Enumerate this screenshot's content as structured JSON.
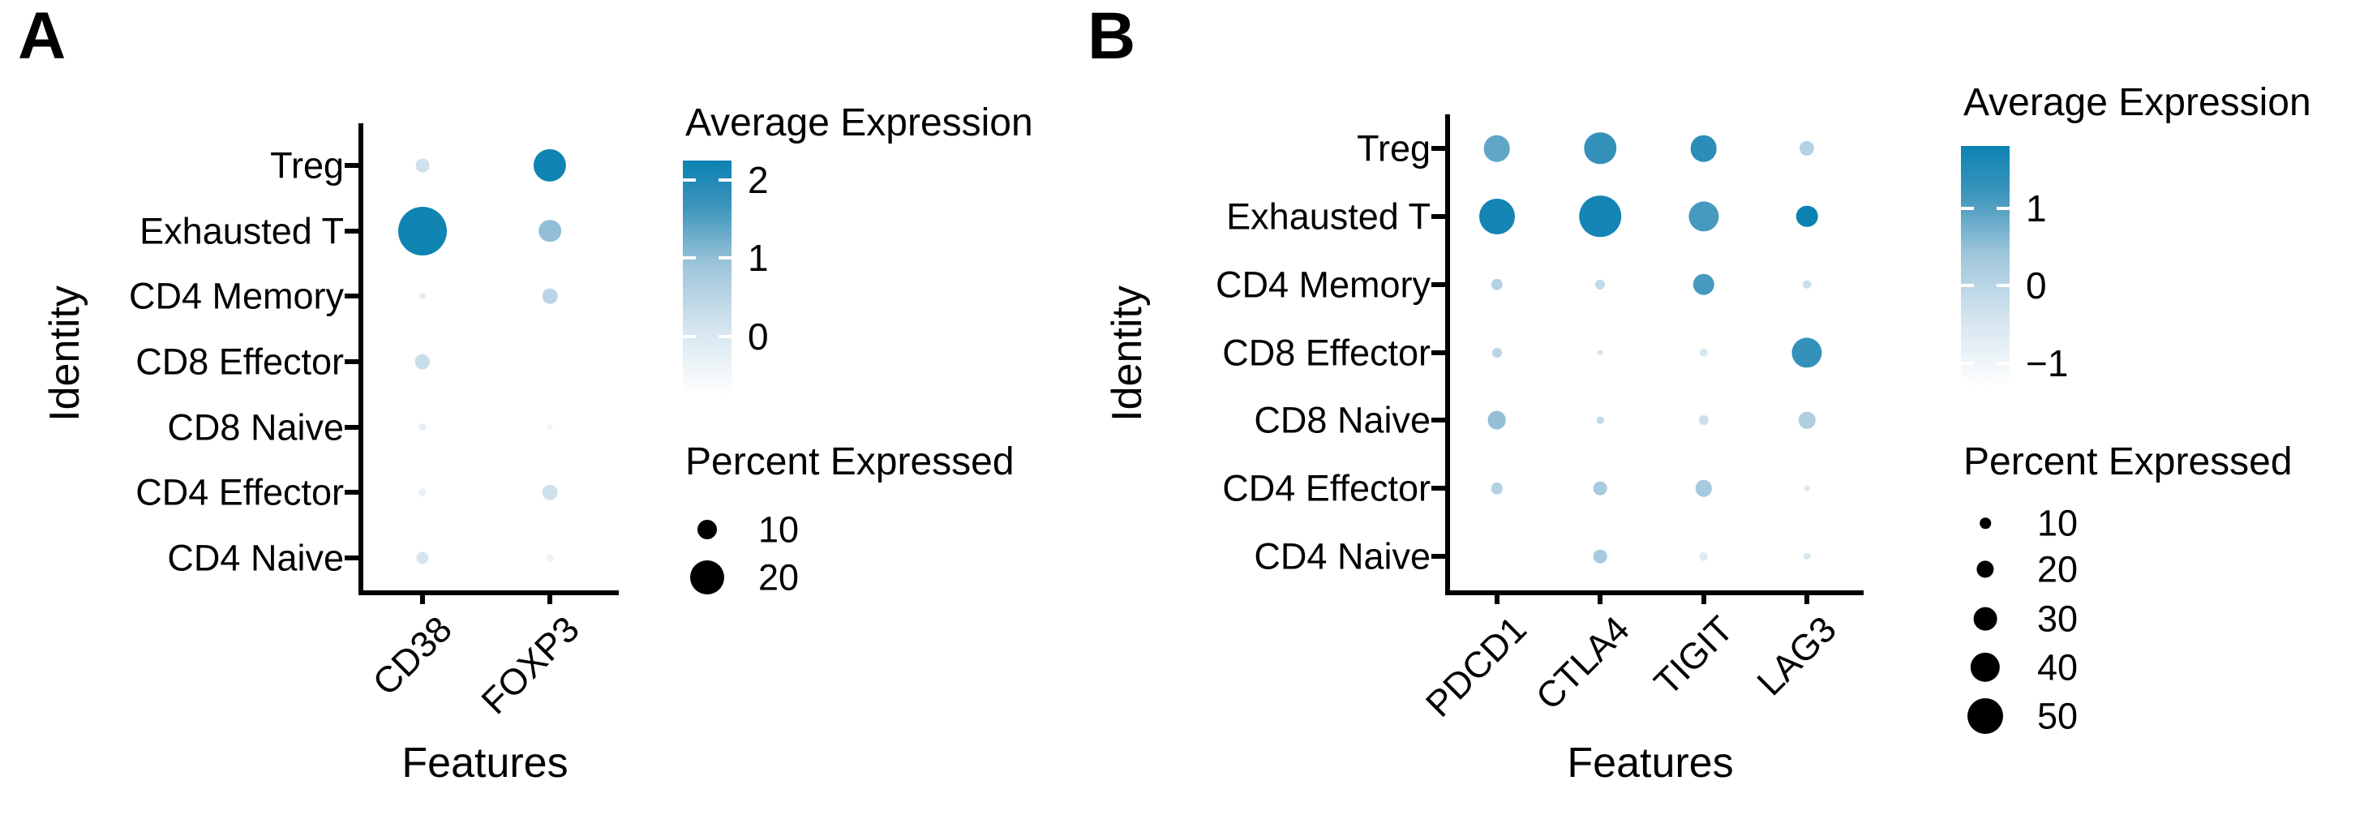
{
  "chart_data": [
    {
      "type": "scatter",
      "subtype": "dot-plot",
      "panel": "A",
      "xlabel": "Features",
      "ylabel": "Identity",
      "x_categories": [
        "CD38",
        "FOXP3"
      ],
      "y_categories": [
        "Treg",
        "Exhausted T",
        "CD4 Memory",
        "CD8 Effector",
        "CD8 Naive",
        "CD4 Effector",
        "CD4 Naive"
      ],
      "color_legend": {
        "title": "Average Expression",
        "ticks": [
          2,
          1,
          0
        ],
        "domain": [
          -0.75,
          2.25
        ],
        "gradient_stops": [
          "#ffffff",
          "#d5e5ef",
          "#9fc6db",
          "#3d95bc",
          "#0c82b2"
        ]
      },
      "size_legend": {
        "title": "Percent Expressed",
        "ticks": [
          10,
          20
        ]
      },
      "points": [
        {
          "x": "CD38",
          "y": "Treg",
          "pct": 6,
          "avg_exp": 0.2
        },
        {
          "x": "FOXP3",
          "y": "Treg",
          "pct": 19,
          "avg_exp": 2.2
        },
        {
          "x": "CD38",
          "y": "Exhausted T",
          "pct": 30,
          "avg_exp": 2.2
        },
        {
          "x": "FOXP3",
          "y": "Exhausted T",
          "pct": 12,
          "avg_exp": 1.0
        },
        {
          "x": "CD38",
          "y": "CD4 Memory",
          "pct": 1,
          "avg_exp": -0.1
        },
        {
          "x": "FOXP3",
          "y": "CD4 Memory",
          "pct": 7,
          "avg_exp": 0.5
        },
        {
          "x": "CD38",
          "y": "CD8 Effector",
          "pct": 7,
          "avg_exp": 0.3
        },
        {
          "x": "CD38",
          "y": "CD8 Naive",
          "pct": 2,
          "avg_exp": -0.2
        },
        {
          "x": "FOXP3",
          "y": "CD8 Naive",
          "pct": 1,
          "avg_exp": -0.5
        },
        {
          "x": "CD38",
          "y": "CD4 Effector",
          "pct": 2,
          "avg_exp": -0.3
        },
        {
          "x": "FOXP3",
          "y": "CD4 Effector",
          "pct": 7,
          "avg_exp": 0.2
        },
        {
          "x": "CD38",
          "y": "CD4 Naive",
          "pct": 5,
          "avg_exp": 0.1
        },
        {
          "x": "FOXP3",
          "y": "CD4 Naive",
          "pct": 2,
          "avg_exp": -0.4
        }
      ]
    },
    {
      "type": "scatter",
      "subtype": "dot-plot",
      "panel": "B",
      "xlabel": "Features",
      "ylabel": "Identity",
      "x_categories": [
        "PDCD1",
        "CTLA4",
        "TIGIT",
        "LAG3"
      ],
      "y_categories": [
        "Treg",
        "Exhausted T",
        "CD4 Memory",
        "CD8 Effector",
        "CD8 Naive",
        "CD4 Effector",
        "CD4 Naive"
      ],
      "color_legend": {
        "title": "Average Expression",
        "ticks": [
          1,
          0,
          -1
        ],
        "domain": [
          -1.3,
          1.8
        ],
        "gradient_stops": [
          "#ffffff",
          "#d5e5ef",
          "#9fc6db",
          "#3d95bc",
          "#0c82b2"
        ]
      },
      "size_legend": {
        "title": "Percent Expressed",
        "ticks": [
          10,
          20,
          30,
          40,
          50
        ]
      },
      "points": [
        {
          "x": "PDCD1",
          "y": "Treg",
          "pct": 35,
          "avg_exp": 0.9
        },
        {
          "x": "CTLA4",
          "y": "Treg",
          "pct": 44,
          "avg_exp": 1.3
        },
        {
          "x": "TIGIT",
          "y": "Treg",
          "pct": 35,
          "avg_exp": 1.4
        },
        {
          "x": "LAG3",
          "y": "Treg",
          "pct": 16,
          "avg_exp": 0.1
        },
        {
          "x": "PDCD1",
          "y": "Exhausted T",
          "pct": 50,
          "avg_exp": 1.7
        },
        {
          "x": "CTLA4",
          "y": "Exhausted T",
          "pct": 60,
          "avg_exp": 1.7
        },
        {
          "x": "TIGIT",
          "y": "Exhausted T",
          "pct": 41,
          "avg_exp": 1.1
        },
        {
          "x": "LAG3",
          "y": "Exhausted T",
          "pct": 27,
          "avg_exp": 1.8
        },
        {
          "x": "PDCD1",
          "y": "CD4 Memory",
          "pct": 11,
          "avg_exp": 0.1
        },
        {
          "x": "CTLA4",
          "y": "CD4 Memory",
          "pct": 8,
          "avg_exp": -0.1
        },
        {
          "x": "TIGIT",
          "y": "CD4 Memory",
          "pct": 27,
          "avg_exp": 1.1
        },
        {
          "x": "LAG3",
          "y": "CD4 Memory",
          "pct": 6,
          "avg_exp": -0.3
        },
        {
          "x": "PDCD1",
          "y": "CD8 Effector",
          "pct": 8,
          "avg_exp": 0.0
        },
        {
          "x": "CTLA4",
          "y": "CD8 Effector",
          "pct": 1,
          "avg_exp": -0.4
        },
        {
          "x": "TIGIT",
          "y": "CD8 Effector",
          "pct": 6,
          "avg_exp": -0.5
        },
        {
          "x": "LAG3",
          "y": "CD8 Effector",
          "pct": 41,
          "avg_exp": 1.3
        },
        {
          "x": "PDCD1",
          "y": "CD8 Naive",
          "pct": 22,
          "avg_exp": 0.5
        },
        {
          "x": "CTLA4",
          "y": "CD8 Naive",
          "pct": 3,
          "avg_exp": -0.1
        },
        {
          "x": "TIGIT",
          "y": "CD8 Naive",
          "pct": 8,
          "avg_exp": -0.3
        },
        {
          "x": "LAG3",
          "y": "CD8 Naive",
          "pct": 19,
          "avg_exp": 0.15
        },
        {
          "x": "PDCD1",
          "y": "CD4 Effector",
          "pct": 11,
          "avg_exp": 0.1
        },
        {
          "x": "CTLA4",
          "y": "CD4 Effector",
          "pct": 14,
          "avg_exp": 0.3
        },
        {
          "x": "TIGIT",
          "y": "CD4 Effector",
          "pct": 19,
          "avg_exp": 0.3
        },
        {
          "x": "LAG3",
          "y": "CD4 Effector",
          "pct": 1,
          "avg_exp": -0.5
        },
        {
          "x": "CTLA4",
          "y": "CD4 Naive",
          "pct": 14,
          "avg_exp": 0.3
        },
        {
          "x": "TIGIT",
          "y": "CD4 Naive",
          "pct": 6,
          "avg_exp": -0.6
        },
        {
          "x": "LAG3",
          "y": "CD4 Naive",
          "pct": 3,
          "avg_exp": -0.5
        }
      ]
    }
  ]
}
